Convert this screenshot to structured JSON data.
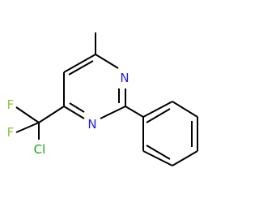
{
  "molecule": {
    "atoms": {
      "n1": {
        "symbol": "N",
        "color": "#1f1fdc"
      },
      "n2": {
        "symbol": "N",
        "color": "#1f1fdc"
      },
      "f1": {
        "symbol": "F",
        "color": "#8dc63f"
      },
      "f2": {
        "symbol": "F",
        "color": "#8dc63f"
      },
      "cl": {
        "symbol": "Cl",
        "color": "#1aa31a"
      }
    },
    "bond_color": "#000000"
  }
}
